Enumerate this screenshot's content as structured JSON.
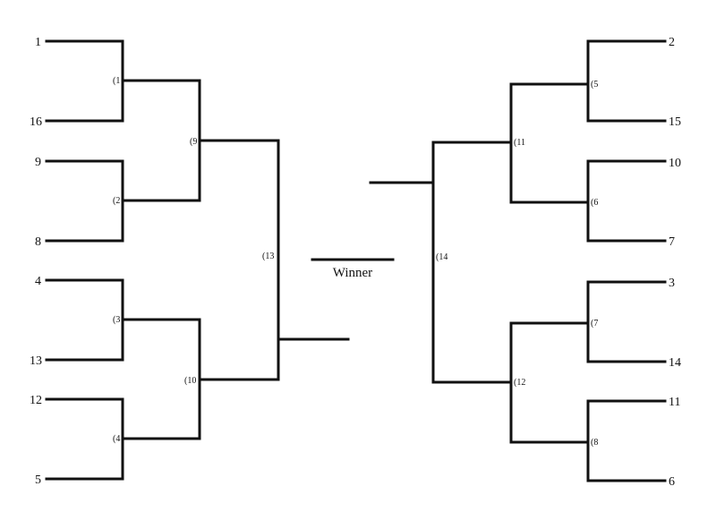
{
  "bracket": {
    "seeds_left": [
      "1",
      "16",
      "9",
      "8",
      "4",
      "13",
      "12",
      "5"
    ],
    "seeds_right": [
      "2",
      "15",
      "10",
      "7",
      "3",
      "14",
      "11",
      "6"
    ],
    "games": {
      "g1": "(1",
      "g2": "(2",
      "g3": "(3",
      "g4": "(4",
      "g5": "(5",
      "g6": "(6",
      "g7": "(7",
      "g8": "(8",
      "g9": "(9",
      "g10": "(10",
      "g11": "(11",
      "g12": "(12",
      "g13": "(13",
      "g14": "(14"
    },
    "winner_label": "Winner"
  }
}
